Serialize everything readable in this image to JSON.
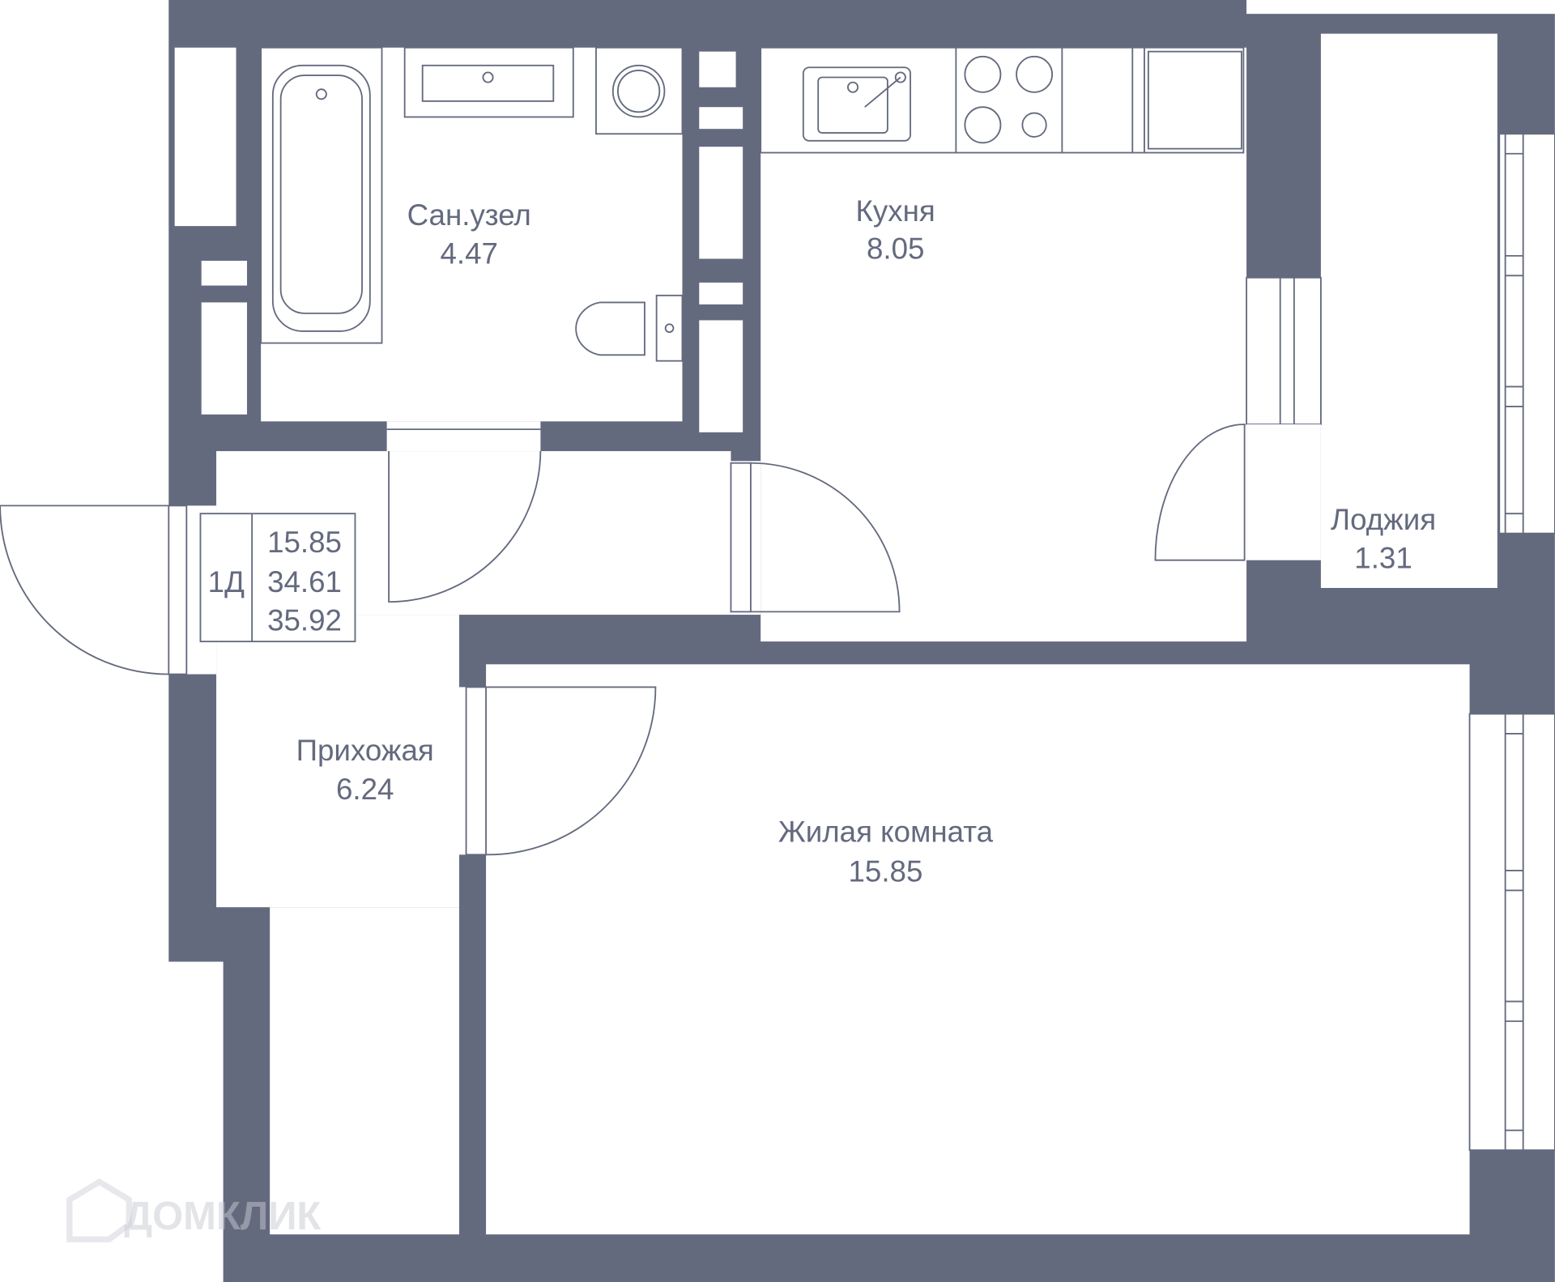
{
  "plan": {
    "wall_color": "#646a7e",
    "rooms": [
      {
        "name": "Сан.узел",
        "area": "4.47"
      },
      {
        "name": "Кухня",
        "area": "8.05"
      },
      {
        "name": "Лоджия",
        "area": "1.31"
      },
      {
        "name": "Прихожая",
        "area": "6.24"
      },
      {
        "name": "Жилая комната",
        "area": "15.85"
      }
    ],
    "legend": {
      "type": "1Д",
      "living_area": "15.85",
      "total_area": "34.61",
      "total_with_loggia": "35.92"
    },
    "watermark": "ДОМКЛИК"
  }
}
